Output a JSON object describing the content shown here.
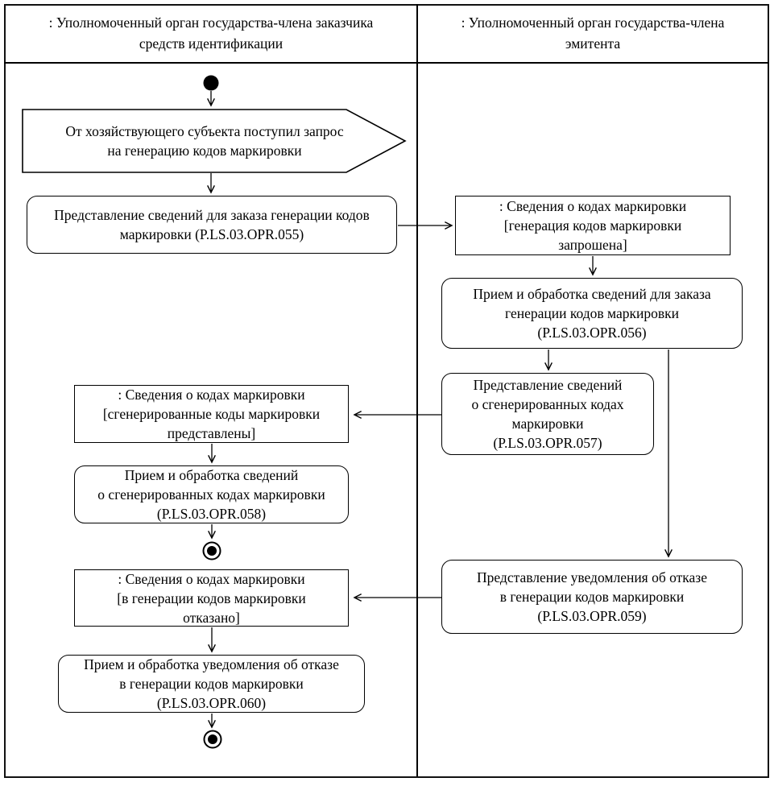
{
  "diagram_type": "uml-activity-swimlane",
  "colors": {
    "line": "#000000",
    "background": "#ffffff",
    "text": "#000000"
  },
  "lanes": [
    {
      "title_lines": [
        ": Уполномоченный орган государства-члена заказчика",
        "средств идентификации"
      ]
    },
    {
      "title_lines": [
        ": Уполномоченный орган государства-члена",
        "эмитента"
      ]
    }
  ],
  "nodes": {
    "signal_request": {
      "kind": "accept-event-signal",
      "lines": [
        "От хозяйствующего субъекта поступил запрос",
        "на генерацию кодов маркировки"
      ]
    },
    "action_055": {
      "kind": "action",
      "lines": [
        "Представление сведений для заказа генерации кодов",
        "маркировки (P.LS.03.OPR.055)"
      ]
    },
    "object_requested": {
      "kind": "object",
      "lines": [
        ": Сведения о кодах маркировки",
        "[генерация кодов маркировки",
        "запрошена]"
      ]
    },
    "action_056": {
      "kind": "action",
      "lines": [
        "Прием и обработка сведений для заказа",
        "генерации кодов маркировки",
        "(P.LS.03.OPR.056)"
      ]
    },
    "action_057": {
      "kind": "action",
      "lines": [
        "Представление сведений",
        "о сгенерированных кодах",
        "маркировки",
        "(P.LS.03.OPR.057)"
      ]
    },
    "object_generated": {
      "kind": "object",
      "lines": [
        ": Сведения о кодах маркировки",
        "[сгенерированные коды маркировки",
        "представлены]"
      ]
    },
    "action_058": {
      "kind": "action",
      "lines": [
        "Прием и обработка сведений",
        "о сгенерированных кодах маркировки",
        "(P.LS.03.OPR.058)"
      ]
    },
    "object_refused": {
      "kind": "object",
      "lines": [
        ": Сведения о кодах маркировки",
        "[в генерации кодов маркировки",
        "отказано]"
      ]
    },
    "action_059": {
      "kind": "action",
      "lines": [
        "Представление уведомления об отказе",
        "в генерации кодов маркировки",
        "(P.LS.03.OPR.059)"
      ]
    },
    "action_060": {
      "kind": "action",
      "lines": [
        "Прием и обработка уведомления об отказе",
        "в генерации кодов маркировки",
        "(P.LS.03.OPR.060)"
      ]
    }
  },
  "control_nodes": {
    "initial": 1,
    "final": 2
  }
}
